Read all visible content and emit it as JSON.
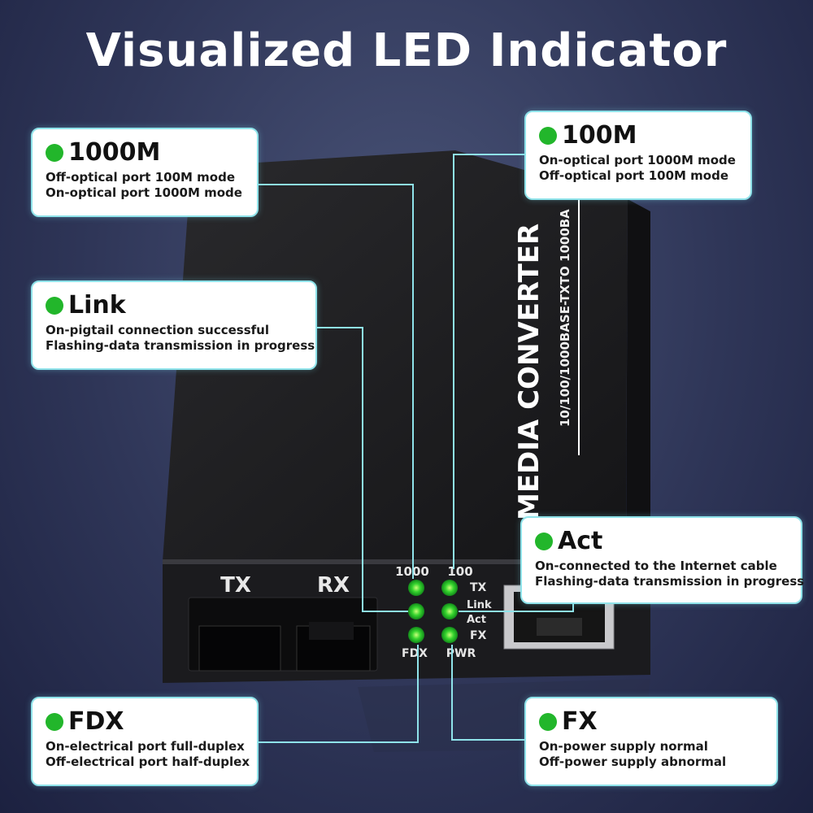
{
  "title": "Visualized LED Indicator",
  "colors": {
    "led": "#22b62b",
    "callout_border": "#8fe3ea",
    "connector": "#8fe3ea"
  },
  "device": {
    "brand_text": "MEDIA CONVERTER",
    "model_text": "10/100/1000BASE-TXTO 1000BA",
    "port_labels": {
      "tx": "TX",
      "rx": "RX"
    },
    "led_labels": {
      "top_left": "1000",
      "top_right": "100",
      "tx": "TX",
      "link": "Link",
      "act": "Act",
      "fx": "FX",
      "fdx": "FDX",
      "pwr": "PWR"
    }
  },
  "callouts": {
    "c1000m": {
      "name": "1000M",
      "line1": "Off-optical port 100M mode",
      "line2": "On-optical port 1000M mode"
    },
    "c100m": {
      "name": "100M",
      "line1": "On-optical port 1000M mode",
      "line2": "Off-optical port 100M mode"
    },
    "link": {
      "name": "Link",
      "line1": "On-pigtail connection successful",
      "line2": "Flashing-data transmission in progress"
    },
    "act": {
      "name": "Act",
      "line1": "On-connected to the Internet cable",
      "line2": "Flashing-data transmission in progress"
    },
    "fdx": {
      "name": "FDX",
      "line1": "On-electrical port full-duplex",
      "line2": "Off-electrical port half-duplex"
    },
    "fx": {
      "name": "FX",
      "line1": "On-power supply normal",
      "line2": "Off-power supply abnormal"
    }
  }
}
